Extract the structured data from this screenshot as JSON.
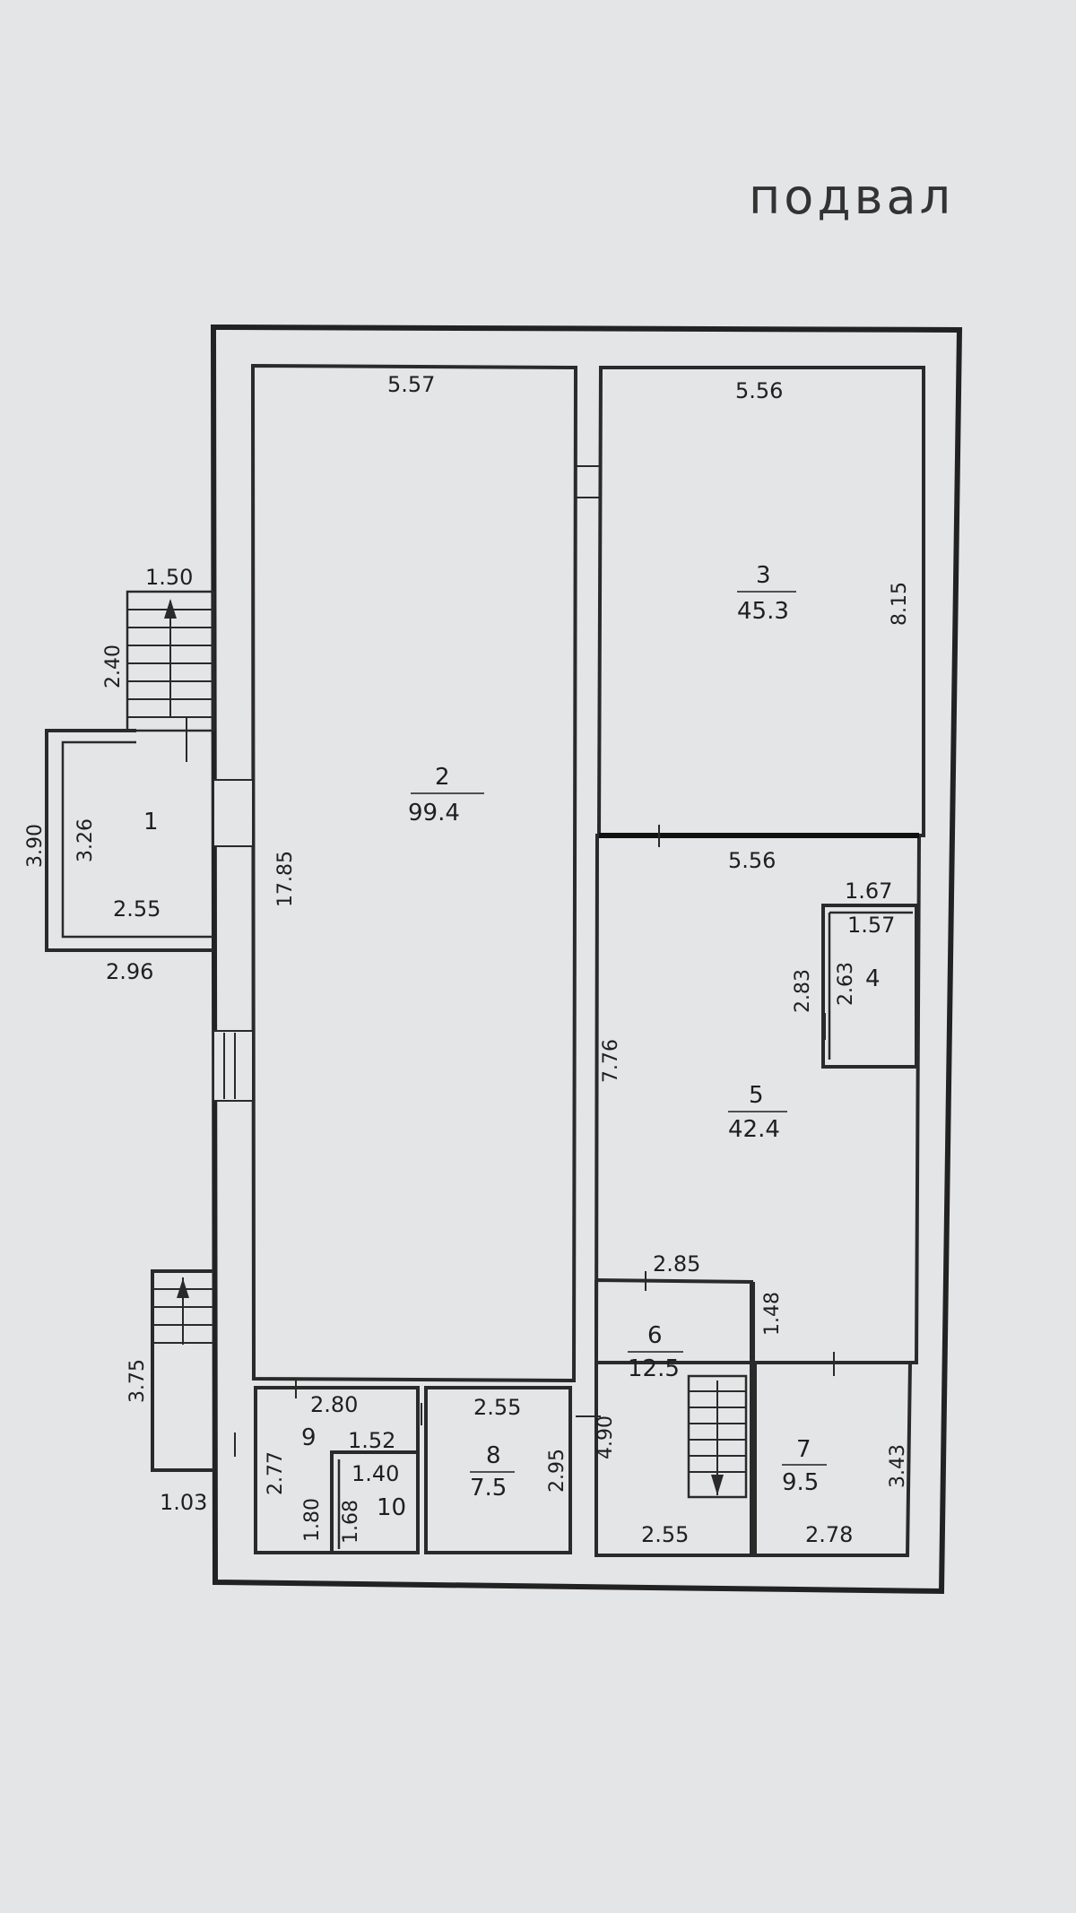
{
  "title": "подвал",
  "rooms": [
    {
      "id": "1",
      "num": "1",
      "area": ""
    },
    {
      "id": "2",
      "num": "2",
      "area": "99.4"
    },
    {
      "id": "3",
      "num": "3",
      "area": "45.3"
    },
    {
      "id": "4",
      "num": "4",
      "area": ""
    },
    {
      "id": "5",
      "num": "5",
      "area": "42.4"
    },
    {
      "id": "6",
      "num": "6",
      "area": "12.5"
    },
    {
      "id": "7",
      "num": "7",
      "area": "9.5"
    },
    {
      "id": "8",
      "num": "8",
      "area": "7.5"
    },
    {
      "id": "9",
      "num": "9",
      "area": ""
    },
    {
      "id": "10",
      "num": "10",
      "area": ""
    }
  ],
  "dims": {
    "d_557": "5.57",
    "d_556_top": "5.56",
    "d_815": "8.15",
    "d_150": "1.50",
    "d_240": "2.40",
    "d_390": "3.90",
    "d_326": "3.26",
    "d_255_r1": "2.55",
    "d_296": "2.96",
    "d_1785": "17.85",
    "d_556_mid": "5.56",
    "d_167": "1.67",
    "d_157": "1.57",
    "d_283": "2.83",
    "d_263": "2.63",
    "d_776": "7.76",
    "d_285": "2.85",
    "d_148": "1.48",
    "d_375": "3.75",
    "d_103": "1.03",
    "d_280": "2.80",
    "d_255_r8": "2.55",
    "d_490": "4.90",
    "d_277": "2.77",
    "d_152": "1.52",
    "d_140": "1.40",
    "d_180": "1.80",
    "d_168": "1.68",
    "d_295": "2.95",
    "d_343": "3.43",
    "d_255_r6": "2.55",
    "d_278": "2.78"
  }
}
